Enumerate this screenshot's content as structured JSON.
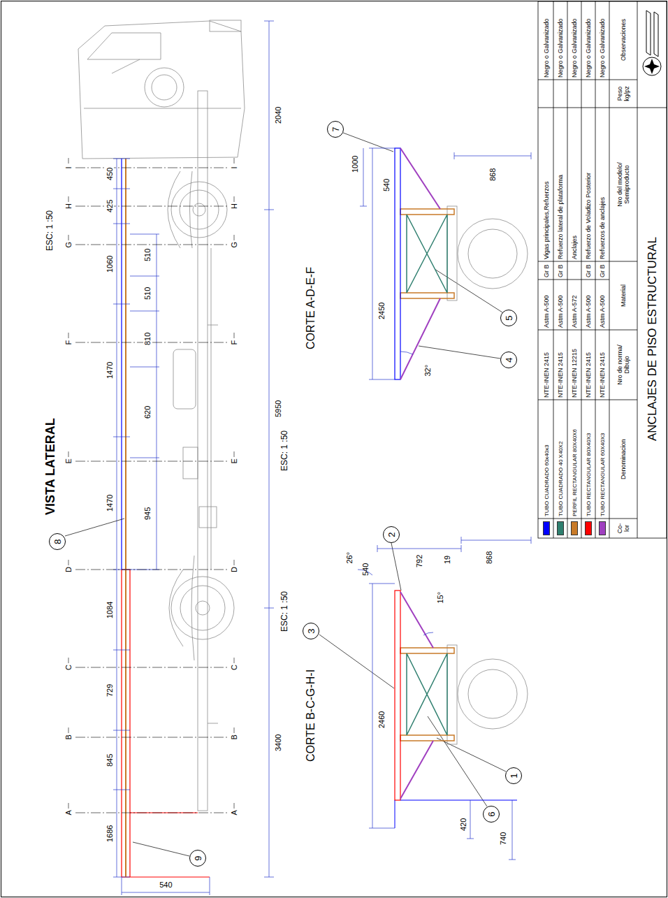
{
  "diagram": {
    "title": "ANCLAJES DE PISO ESTRUCTURAL",
    "nodes": [
      {
        "text": [
          "8"
        ]
      },
      {
        "text": [
          "9"
        ]
      },
      {
        "text": [
          "3"
        ]
      },
      {
        "text": [
          "2"
        ]
      },
      {
        "text": [
          "6"
        ]
      },
      {
        "text": [
          "1"
        ]
      },
      {
        "text": [
          "7"
        ]
      },
      {
        "text": [
          "4"
        ]
      },
      {
        "text": [
          "5"
        ]
      }
    ],
    "labels": [
      "VISTA LATERAL",
      "ESC: 1 :50",
      "I",
      "I",
      "H",
      "H",
      "G",
      "G",
      "F",
      "F",
      "E",
      "E",
      "D",
      "D",
      "C",
      "C",
      "B",
      "B",
      "A",
      "A",
      "450",
      "425",
      "1060",
      "1470",
      "1470",
      "1084",
      "729",
      "845",
      "1686",
      "510",
      "510",
      "810",
      "620",
      "945",
      "540",
      "3400",
      "5950",
      "2040",
      "CORTE B-C-G-H-I",
      "ESC: 1 :50",
      "26°",
      "540",
      "792",
      "19",
      "15°",
      "868",
      "2460",
      "420",
      "740",
      "CORTE A-D-E-F",
      "ESC: 1 :50",
      "1000",
      "540",
      "2450",
      "868",
      "32°",
      "NTE-INEN 2415",
      "Astm A-500",
      "Gr B",
      "Vigas principales,Refuerzos",
      "Negro o Galvanizado",
      "NTE-INEN 2415",
      "Astm A-500",
      "Gr B",
      "Refuerzo lateral de plataforma",
      "Negro o Galvanizado",
      "NTE-INEN 12215",
      "Astm A-572",
      "Anclajes",
      "Negro o Galvanizado",
      "NTE-INEN 2415",
      "Astm A-500",
      "Gr B",
      "Refuerzo de Voladizo Posterior",
      "Negro o Galvanizado",
      "NTE-INEN 2415",
      "Astm A-500",
      "Gr B",
      "Refuerzos de anclajes",
      "Negro o Galvanizado",
      "Co-lor",
      "Denominacion",
      "Nro de norma/ Dibujo",
      "Material",
      "Nro del modelo/ Semiproducto",
      "Peso kg/pz",
      "Observaciones"
    ],
    "legend": [
      {
        "text": "TUBO CUADRADO 60x40x3",
        "color": "#0000ff"
      },
      {
        "text": "TUBO CUADRADO 40 X40X2",
        "color": "#2f7f6f"
      },
      {
        "text": "PERFIL RECTANGULAR 80X40X6",
        "color": "#c87a28"
      },
      {
        "text": "TUBO RECTANGULAR 80X40X3",
        "color": "#ff0000"
      },
      {
        "text": "TUBO RECTANGULAR 60X40X3",
        "color": "#a040c0"
      }
    ]
  }
}
